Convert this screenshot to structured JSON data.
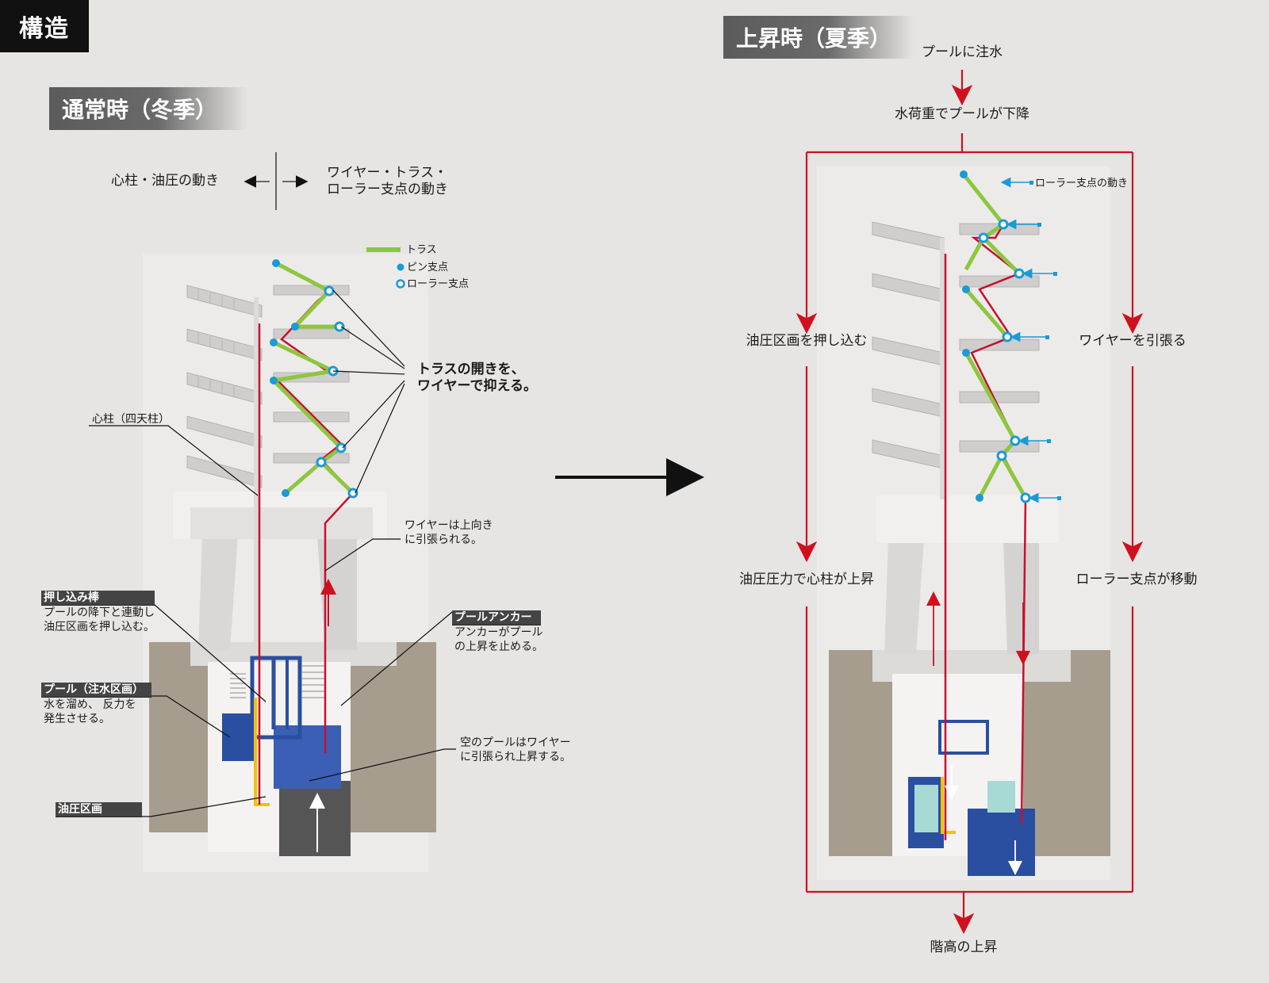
{
  "header": {
    "structure_title": "構造",
    "normal_title": "通常時（冬季）",
    "rise_title": "上昇時（夏季）"
  },
  "left": {
    "motion_left": "心柱・油圧の動き",
    "motion_right_line1": "ワイヤー・トラス・",
    "motion_right_line2": "ローラー支点の動き",
    "legend_truss": "トラス",
    "legend_pin": "ピン支点",
    "legend_roller": "ローラー支点",
    "truss_note_line1": "トラスの開きを、",
    "truss_note_line2": "ワイヤーで抑える。",
    "core_column": "心柱（四天柱）",
    "wire_up_line1": "ワイヤーは上向き",
    "wire_up_line2": "に引張られる。",
    "push_rod_title": "押し込み棒",
    "push_rod_line1": "プールの降下と連動し",
    "push_rod_line2": "油圧区画を押し込む。",
    "pool_title": "プール（注水区画）",
    "pool_line1": "水を溜め、 反力を",
    "pool_line2": "発生させる。",
    "hydraulic_title": "油圧区画",
    "anchor_title": "プールアンカー",
    "anchor_line1": "アンカーがプール",
    "anchor_line2": "の上昇を止める。",
    "empty_pool_line1": "空のプールはワイヤー",
    "empty_pool_line2": "に引張られ上昇する。"
  },
  "right": {
    "step_water": "プールに注水",
    "step_descend": "水荷重でプールが下降",
    "roller_motion": "ローラー支点の動き",
    "push_hydraulic": "油圧区画を押し込む",
    "pull_wire": "ワイヤーを引張る",
    "core_rise": "油圧圧力で心柱が上昇",
    "roller_move": "ローラー支点が移動",
    "floor_rise": "階高の上昇"
  },
  "colors": {
    "wire_red": "#c8102e",
    "truss_green": "#8dc63f",
    "pin_blue": "#1a9ad6",
    "pool_blue": "#2a4fa0",
    "soil": "#a59a8a",
    "frame_red": "#d0101e"
  }
}
